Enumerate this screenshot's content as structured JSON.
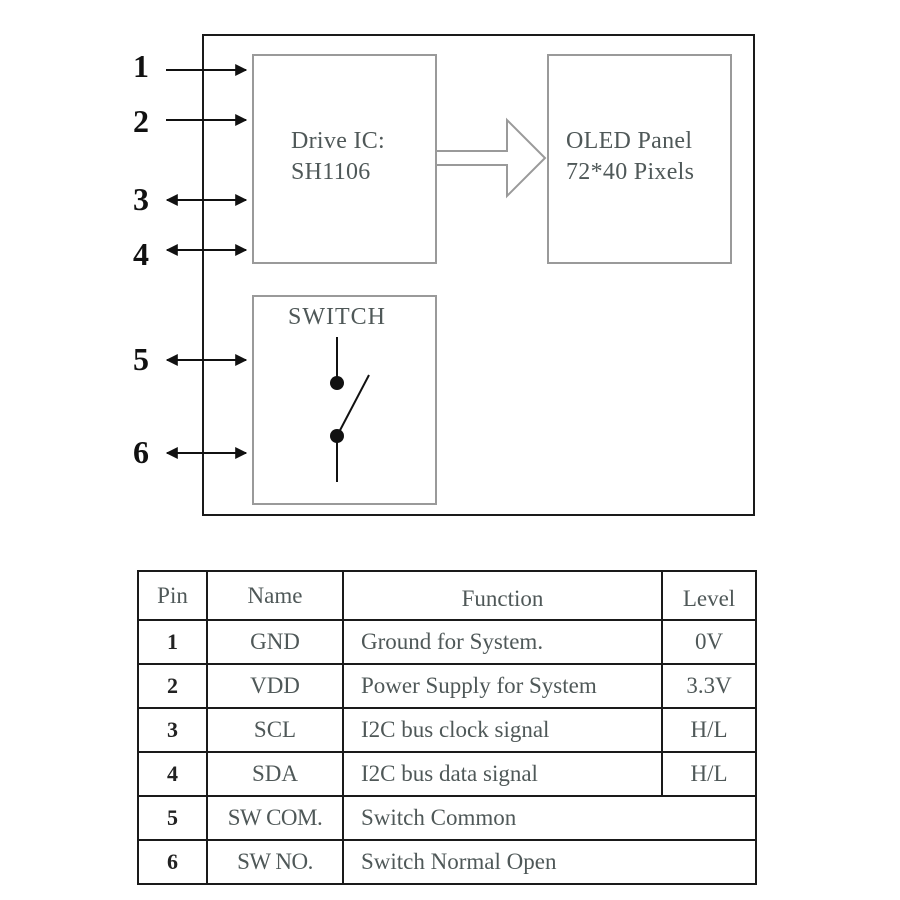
{
  "diagram": {
    "pins": [
      {
        "number": "1",
        "direction": "in"
      },
      {
        "number": "2",
        "direction": "in"
      },
      {
        "number": "3",
        "direction": "bidirectional"
      },
      {
        "number": "4",
        "direction": "bidirectional"
      },
      {
        "number": "5",
        "direction": "bidirectional"
      },
      {
        "number": "6",
        "direction": "bidirectional"
      }
    ],
    "drive_ic": {
      "line1": "Drive IC:",
      "line2": "SH1106"
    },
    "oled_panel": {
      "line1": "OLED Panel",
      "line2": "72*40 Pixels"
    },
    "switch": {
      "label": "SWITCH"
    },
    "colors": {
      "frame": "#1a1a1a",
      "block_border": "#9a9a9a",
      "text": "#4f5858"
    }
  },
  "table": {
    "headers": {
      "pin": "Pin",
      "name": "Name",
      "function": "Function",
      "level": "Level"
    },
    "rows": [
      {
        "pin": "1",
        "name": "GND",
        "function": "Ground for System.",
        "level": "0V"
      },
      {
        "pin": "2",
        "name": "VDD",
        "function": "Power Supply for System",
        "level": "3.3V"
      },
      {
        "pin": "3",
        "name": "SCL",
        "function": "I2C bus clock signal",
        "level": "H/L"
      },
      {
        "pin": "4",
        "name": "SDA",
        "function": "I2C bus data signal",
        "level": "H/L"
      },
      {
        "pin": "5",
        "name": "SW COM.",
        "function": "Switch Common"
      },
      {
        "pin": "6",
        "name": "SW NO.",
        "function": "Switch Normal Open"
      }
    ]
  }
}
